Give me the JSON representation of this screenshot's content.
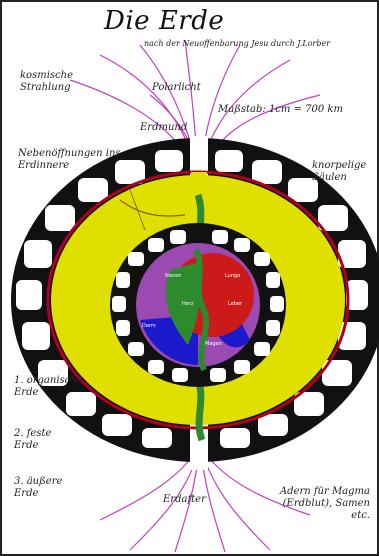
{
  "title": "Die Erde",
  "subtitle": "nach der Neuoffenbarung Jesu durch J.Lorber",
  "labels": {
    "kosmische_strahlung": "kosmische Strahlung",
    "polarlicht": "Polarlicht",
    "massstab": "Maßstab: 1cm = 700 km",
    "erdmund": "Erdmund",
    "nebenoeffnungen": "Nebenöffnungen ins Erdinnere",
    "knorpelige_saeulen": "knorpelige Säulen",
    "organische_erde": "1. organische Erde",
    "feste_erde": "2. feste Erde",
    "aeussere_erde": "3. äußere Erde",
    "erdafter": "Erdafter",
    "adern": "Adern für Magma (Erdblut), Samen etc."
  },
  "colors": {
    "outer_ring": "#111111",
    "chamber": "#ffffff",
    "mantle": "#e0e000",
    "crust_line": "#b00020",
    "inner_ring": "#ffffff",
    "core_red": "#cc1a1a",
    "core_green": "#2d8a2d",
    "core_blue": "#1a1acc",
    "core_purple": "#9a4ab0",
    "rays": "#c040c0"
  }
}
